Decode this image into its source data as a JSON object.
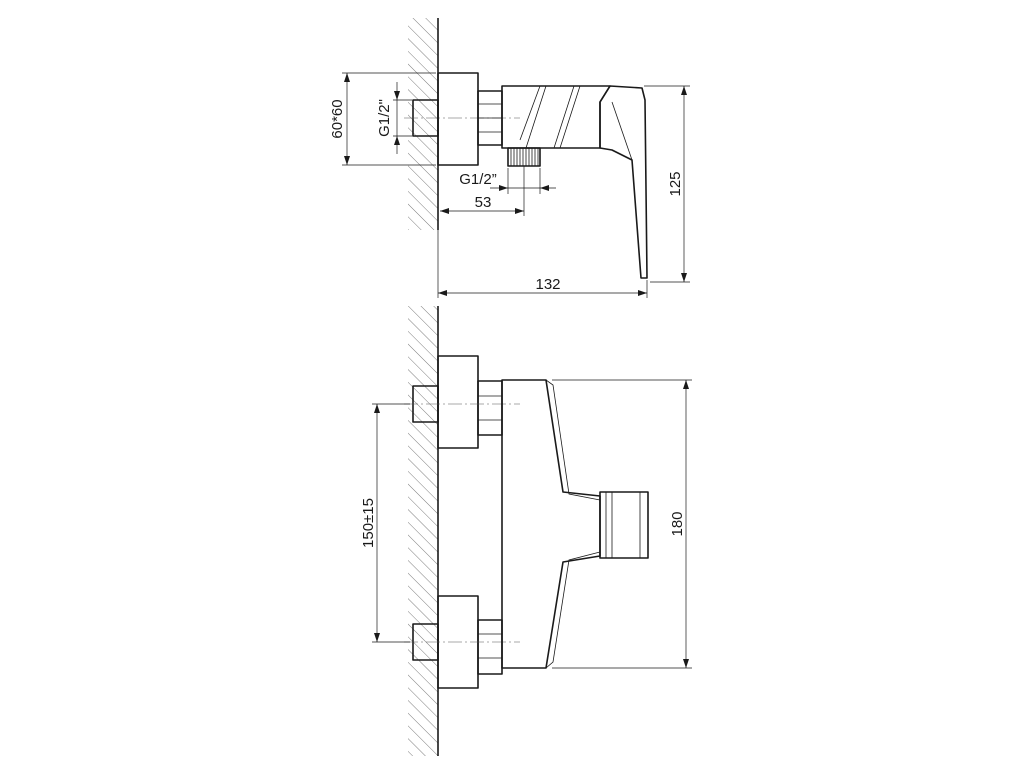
{
  "dimensions": {
    "top_view": {
      "flange_size": "60*60",
      "inlet_thread": "G1/2\"",
      "outlet_thread": "G1/2”",
      "outlet_offset": "53",
      "height": "125",
      "depth": "132"
    },
    "front_view": {
      "inlet_spacing": "150±15",
      "height": "180"
    }
  }
}
